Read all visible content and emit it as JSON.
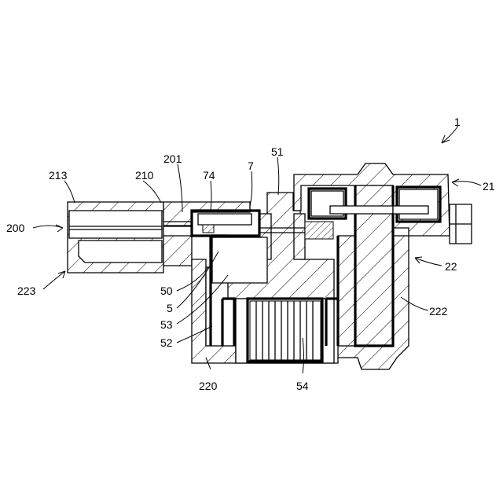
{
  "labels": {
    "l1": "1",
    "l21": "21",
    "l22": "22",
    "l222": "222",
    "l200": "200",
    "l213": "213",
    "l210": "210",
    "l201": "201",
    "l74": "74",
    "l7": "7",
    "l51": "51",
    "l223": "223",
    "l50": "50",
    "l5": "5",
    "l53": "53",
    "l52": "52",
    "l220": "220",
    "l54": "54"
  }
}
